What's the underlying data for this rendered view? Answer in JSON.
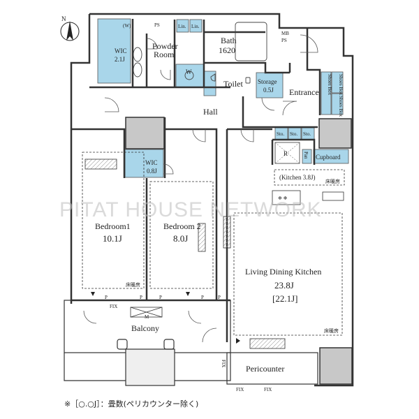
{
  "compass": {
    "label": "N"
  },
  "watermark": "PITAT HOUSE NETWORK",
  "rooms": {
    "wic1": {
      "name": "WIC",
      "size": "2.1J"
    },
    "wic1_w": "(W)",
    "ps_top": "PS",
    "lin1": "Lin.",
    "lin2": "Lin.",
    "bath": {
      "name": "Bath",
      "size": "1620"
    },
    "powder": {
      "line1": "Powder",
      "line2": "Room"
    },
    "washer": "W",
    "toilet": "Toilet",
    "storage": {
      "name": "Storage",
      "size": "0.5J"
    },
    "mbps": {
      "line1": "MB",
      "line2": "PS"
    },
    "entrance": "Entrance",
    "shoes1": "Shoes Box",
    "shoes2": "Shoes Box",
    "shoes3": "Shoes Box",
    "hall": "Hall",
    "sto1": "Sto.",
    "sto2": "Sto.",
    "sto3": "Sto.",
    "fridge": "R",
    "pan": "Pan",
    "cupboard": "Cupboard",
    "kitchen": "(Kitchen 3.8J)",
    "floor_heat_kitchen": "床暖房",
    "wic2": {
      "name": "WIC",
      "size": "0.8J"
    },
    "bedroom1": {
      "name": "Bedroom1",
      "size": "10.1J"
    },
    "bedroom2": {
      "name": "Bedroom 2",
      "size": "8.0J"
    },
    "ldk": {
      "name": "Living Dining Kitchen",
      "size": "23.8J",
      "size_alt": "[22.1J]"
    },
    "floor_heat_bed": "床暖房",
    "floor_heat_ldk": "床暖房",
    "balcony": "Balcony",
    "m_label": "M",
    "pericounter": "Pericounter"
  },
  "marks": {
    "p": [
      "P",
      "P",
      "P",
      "P",
      "P"
    ],
    "fix": [
      "FIX",
      "FIX",
      "FIX",
      "FIX"
    ]
  },
  "footnote": "※［○.○J］：畳数(ペリカウンター除く)"
}
